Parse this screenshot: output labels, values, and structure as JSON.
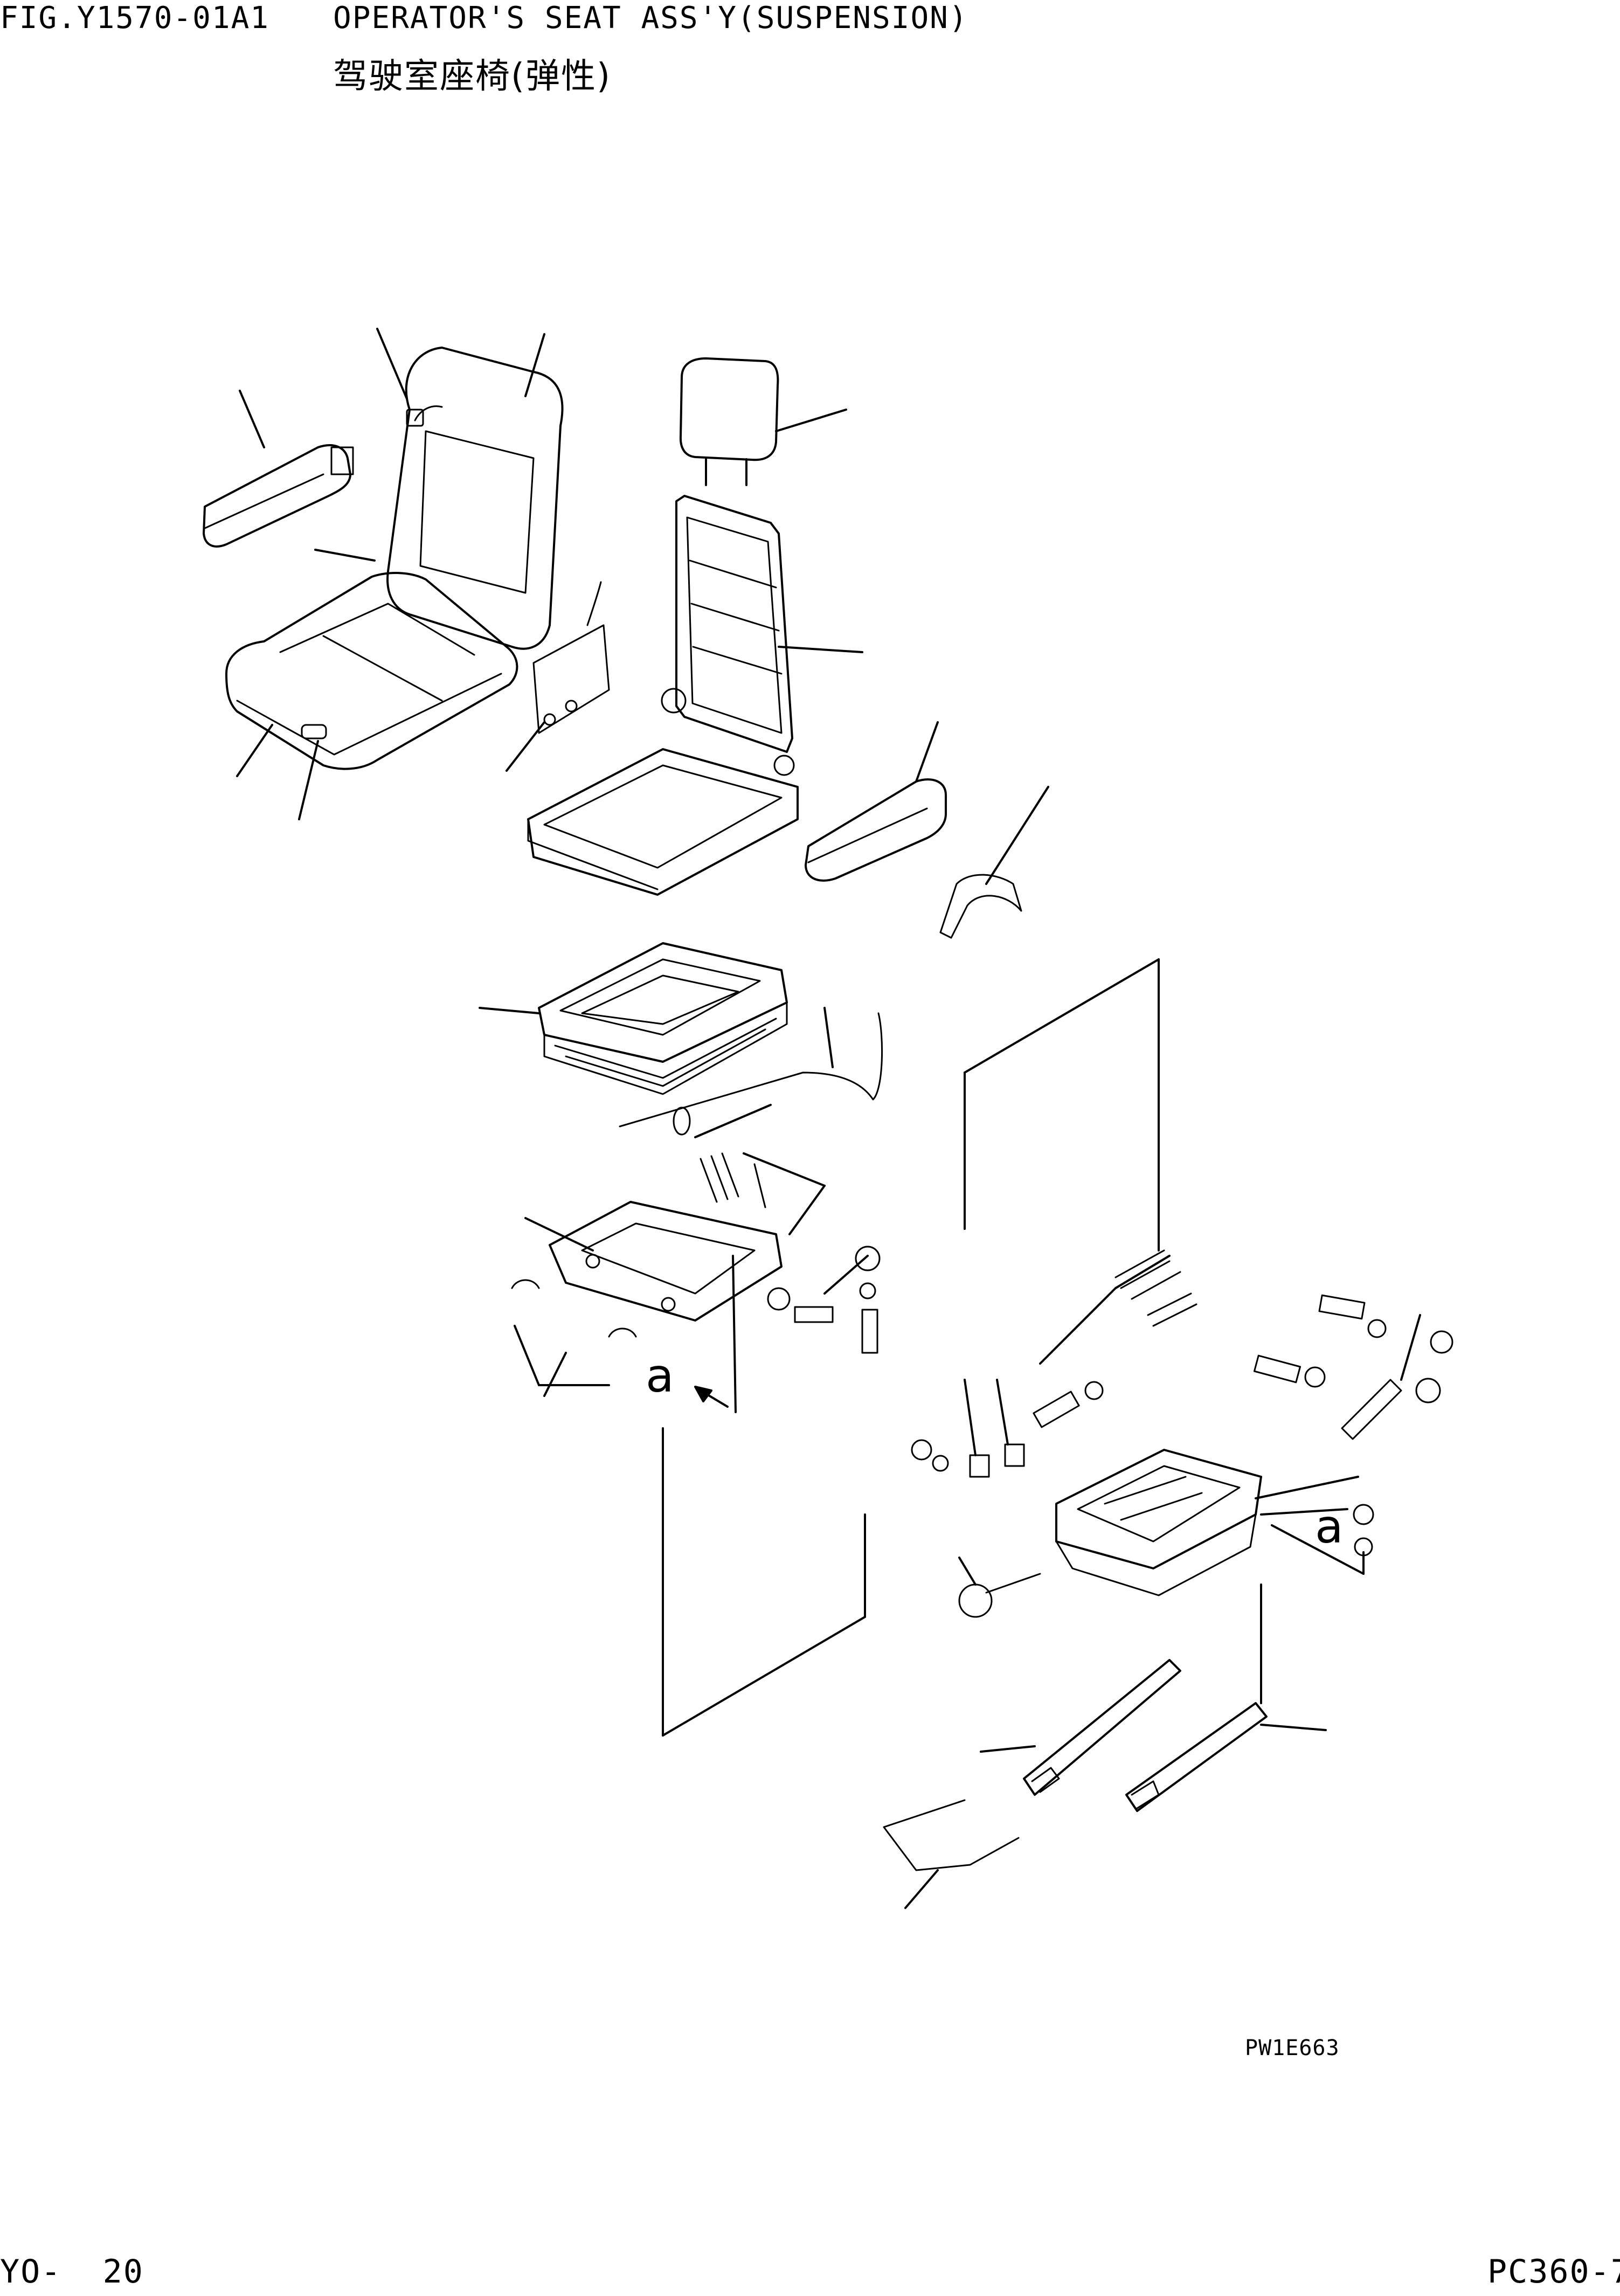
{
  "header": {
    "figure_label": "FIG.Y1570-01A1",
    "title": "OPERATOR'S SEAT ASS'Y(SUSPENSION)",
    "title_cn": "驾驶室座椅(弹性)"
  },
  "diagram": {
    "drawing_code": "PW1E663",
    "callouts": [
      "a",
      "a"
    ]
  },
  "footer": {
    "page": "YO-  20",
    "model": "PC360-7"
  }
}
